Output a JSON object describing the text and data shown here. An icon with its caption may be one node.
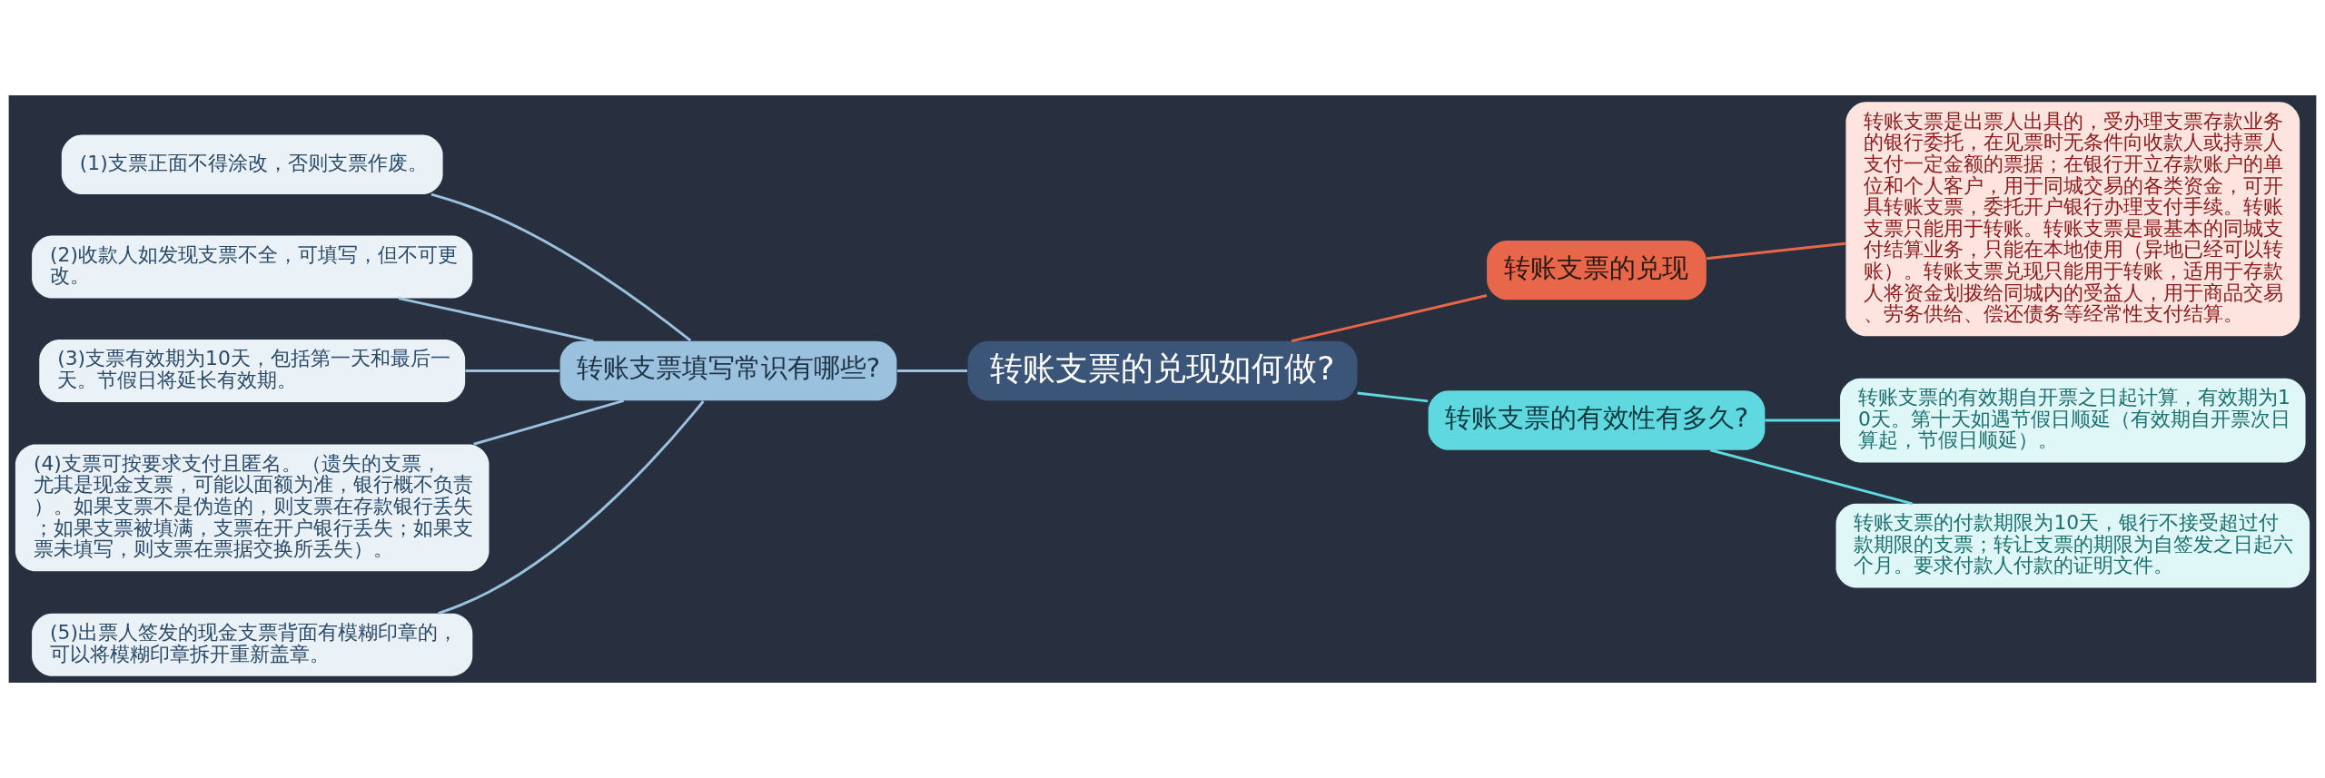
{
  "diagram": {
    "nodes": [
      {
        "text": [
          "转账支票的兑现如何做?"
        ]
      },
      {
        "text": [
          "转账支票填写常识有哪些?"
        ]
      },
      {
        "text": [
          "(1)支票正面不得涂改，否则支票作废。"
        ]
      },
      {
        "text": [
          "(2)收款人如发现支票不全，可填写，但不可更改。"
        ]
      },
      {
        "text": [
          "(3)支票有效期为10天，包括第一天和最后一天。节假日将延长有效期。"
        ]
      },
      {
        "text": [
          "(4)支票可按要求支付且匿名。（遗失的支票，尤其是现金支票，可能以面额为准，银行概不负责）。如果支票不是伪造的，则支票在存款银行丢失；如果支票被填满，支票在开户银行丢失；如果支票未填写，则支票在票据交换所丢失）。"
        ]
      },
      {
        "text": [
          "(5)出票人签发的现金支票背面有模糊印章的，可以将模糊印章拆开重新盖章。"
        ]
      },
      {
        "text": [
          "转账支票的兑现"
        ]
      },
      {
        "text": [
          "转账支票是出票人出具的，受办理支票存款业务的银行委托，在见票时无条件向收款人或持票人支付一定金额的票据；在银行开立存款账户的单位和个人客户，用于同城交易的各类资金，可开具转账支票，委托开户银行办理支付手续。转账支票只能用于转账。转账支票是最基本的同城支付结算业务，只能在本地使用（异地已经可以转账）。转账支票兑现只能用于转账，适用于存款人将资金划拨给同城内的受益人，用于商品交易、劳务供给、偿还债务等经常性支付结算。"
        ]
      },
      {
        "text": [
          "转账支票的有效性有多久?"
        ]
      },
      {
        "text": [
          "转账支票的有效期自开票之日起计算，有效期为10天。第十天如遇节假日顺延（有效期自开票次日算起，节假日顺延）。"
        ]
      },
      {
        "text": [
          "转账支票的付款期限为10天，银行不接受超过付款期限的支票；转让支票的期限为自签发之日起六个月。要求付款人付款的证明文件。"
        ]
      }
    ],
    "edges": [
      {
        "from": 0,
        "to": 1,
        "arrow": "none"
      },
      {
        "from": 1,
        "to": 2,
        "arrow": "none"
      },
      {
        "from": 1,
        "to": 3,
        "arrow": "none"
      },
      {
        "from": 1,
        "to": 4,
        "arrow": "none"
      },
      {
        "from": 1,
        "to": 5,
        "arrow": "none"
      },
      {
        "from": 1,
        "to": 6,
        "arrow": "none"
      },
      {
        "from": 0,
        "to": 7,
        "arrow": "none",
        "color": "#e8674a"
      },
      {
        "from": 7,
        "to": 8,
        "arrow": "none",
        "color": "#e8674a"
      },
      {
        "from": 0,
        "to": 9,
        "arrow": "none",
        "color": "#5fd8e0"
      },
      {
        "from": 9,
        "to": 10,
        "arrow": "none",
        "color": "#5fd8e0"
      },
      {
        "from": 9,
        "to": 11,
        "arrow": "none",
        "color": "#5fd8e0"
      }
    ]
  }
}
